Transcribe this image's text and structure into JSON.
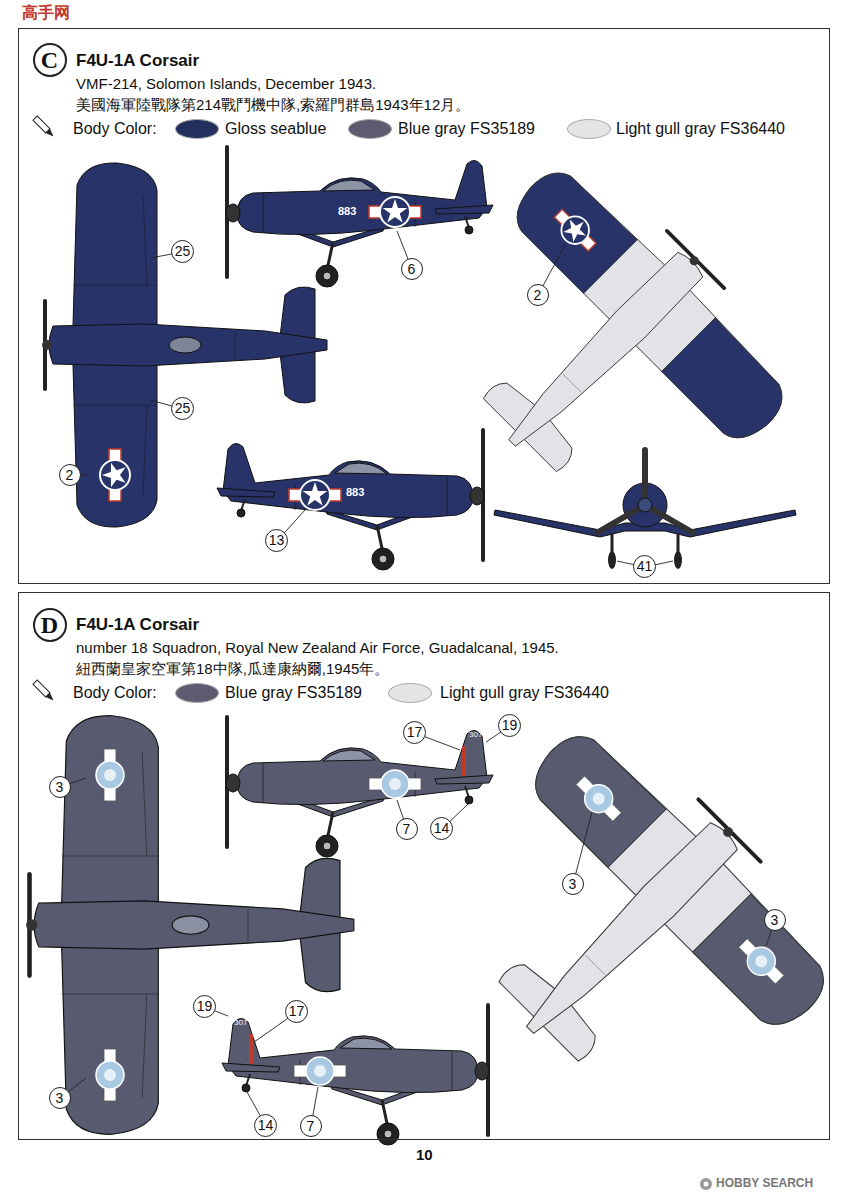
{
  "diagram": {
    "nodes": [
      {
        "text": [
          "F4U-1A Corsair",
          "VMF-214, Solomon Islands, December 1943.",
          "美國海軍陸戰隊第214戰鬥機中隊,索羅門群島1943年12月。"
        ]
      },
      {
        "text": [
          "C"
        ],
        "in": 0
      },
      {
        "text": [
          "25"
        ],
        "in": 0
      },
      {
        "text": [
          "25"
        ],
        "in": 0
      },
      {
        "text": [
          "2"
        ],
        "in": 0
      },
      {
        "text": [
          "6"
        ],
        "in": 0
      },
      {
        "text": [
          "13"
        ],
        "in": 0
      },
      {
        "text": [
          "2"
        ],
        "in": 0
      },
      {
        "text": [
          "41"
        ],
        "in": 0
      },
      {
        "text": [
          "F4U-1A Corsair",
          "number 18 Squadron, Royal New Zealand Air Force, Guadalcanal, 1945.",
          "紐西蘭皇家空軍第18中隊,瓜達康納爾,1945年。"
        ]
      },
      {
        "text": [
          "D"
        ],
        "in": 9
      },
      {
        "text": [
          "3"
        ],
        "in": 9
      },
      {
        "text": [
          "17"
        ],
        "in": 9
      },
      {
        "text": [
          "19"
        ],
        "in": 9
      },
      {
        "text": [
          "7"
        ],
        "in": 9
      },
      {
        "text": [
          "14"
        ],
        "in": 9
      },
      {
        "text": [
          "3"
        ],
        "in": 9
      },
      {
        "text": [
          "3"
        ],
        "in": 9
      },
      {
        "text": [
          "19"
        ],
        "in": 9
      },
      {
        "text": [
          "17"
        ],
        "in": 9
      },
      {
        "text": [
          "3"
        ],
        "in": 9
      },
      {
        "text": [
          "14"
        ],
        "in": 9
      },
      {
        "text": [
          "7"
        ],
        "in": 9
      }
    ],
    "labels": [
      "高手网",
      "Body Color:",
      "883",
      "883",
      "Body Color:",
      "307",
      "307",
      "10",
      "HOBBY SEARCH"
    ],
    "legend": [
      {
        "text": "Gloss seablue",
        "color": "#23305e"
      },
      {
        "text": "Blue gray FS35189",
        "color": "#5c5b70"
      },
      {
        "text": "Light gull gray FS36440",
        "color": "#e4e4e6"
      },
      {
        "text": "Blue gray FS35189",
        "color": "#5c5b70"
      },
      {
        "text": "Light gull gray FS36440",
        "color": "#e4e4e6"
      }
    ]
  }
}
